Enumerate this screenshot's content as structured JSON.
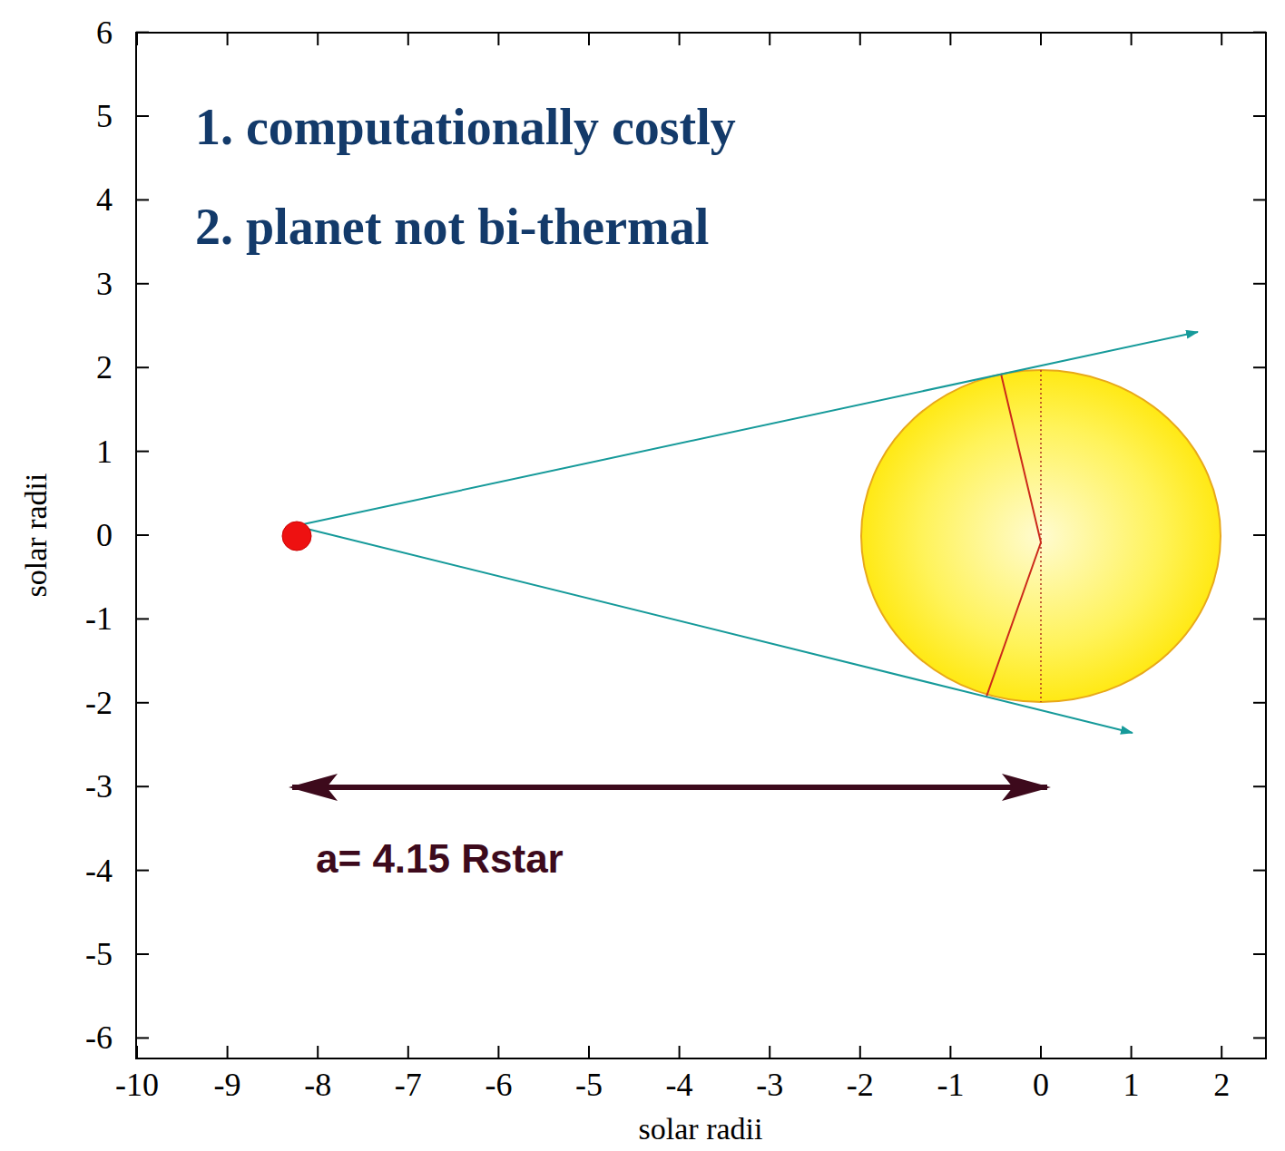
{
  "diagram": {
    "labels": [
      "6",
      "5",
      "4",
      "3",
      "2",
      "1",
      "0",
      "-1",
      "-2",
      "-3",
      "-4",
      "-5",
      "-6",
      "-10",
      "-9",
      "-8",
      "-7",
      "-6",
      "-5",
      "-4",
      "-3",
      "-2",
      "-1",
      "0",
      "1",
      "2",
      "solar radii",
      "solar radii",
      "1. computationally costly",
      "2. planet not bi-thermal",
      "a= 4.15 Rstar"
    ]
  }
}
